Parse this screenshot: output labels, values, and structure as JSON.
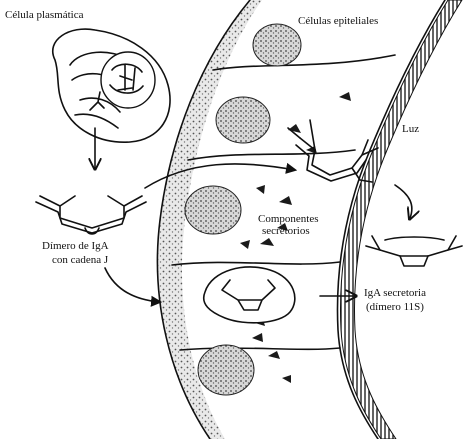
{
  "labels": {
    "plasma_cell": "Célula plasmática",
    "epithelial_cells": "Células epiteliales",
    "lumen": "Luz",
    "iga_dimer_line1": "Dímero de IgA",
    "iga_dimer_line2": "con cadena J",
    "secretory_components_line1": "Componentes",
    "secretory_components_line2": "secretorios",
    "secretory_iga_line1": "IgA secretoria",
    "secretory_iga_line2": "(dímero 11S)"
  }
}
